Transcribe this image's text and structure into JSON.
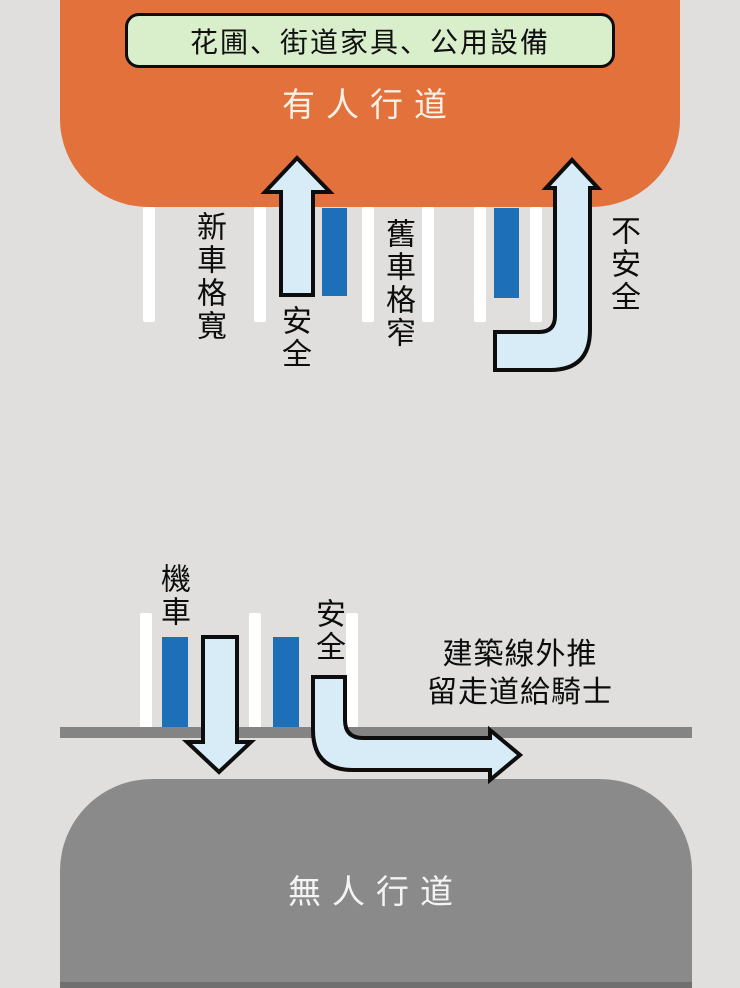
{
  "diagram": {
    "top": {
      "facilities_box_label": "花圃、街道家具、公用設備",
      "sidewalk_label": "有人行道",
      "new_space_label": "新車格寬",
      "safe_label": "安全",
      "old_space_label": "舊車格窄",
      "unsafe_label": "不安全"
    },
    "bottom": {
      "motorcycle_label": "機車",
      "safe_label": "安全",
      "note_line1": "建築線外推",
      "note_line2": "留走道給騎士",
      "sidewalk_label": "無人行道"
    }
  },
  "colors": {
    "sidewalk_orange": "#e2713c",
    "facilities_green": "#d9eecb",
    "arrow_light_blue": "#d8ecf8",
    "motorcycle_blue": "#1d70b8",
    "road_gray": "#848484",
    "no_sidewalk_gray": "#8a8a8a",
    "background_gray": "#e0dfde",
    "outline_black": "#0d0d0d"
  }
}
